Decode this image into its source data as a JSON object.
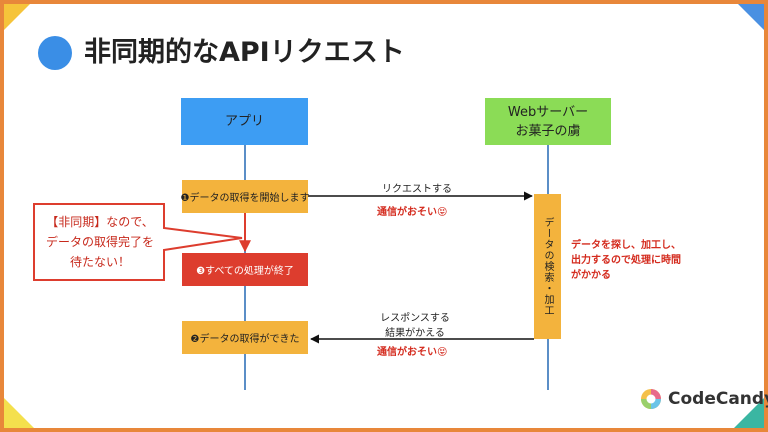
{
  "title": "非同期的なAPIリクエスト",
  "actors": {
    "app": "アプリ",
    "web_line1": "Webサーバー",
    "web_line2": "お菓子の虜"
  },
  "steps": {
    "step1": "❶データの取得を開始します",
    "step3": "❸すべての処理が終了",
    "step2": "❷データの取得ができた"
  },
  "processing": "データの検索・加工",
  "messages": {
    "request": "リクエストする",
    "request_slow": "通信がおそい😝",
    "response_line1": "レスポンスする",
    "response_line2": "結果がかえる",
    "response_slow": "通信がおそい😝"
  },
  "callout": {
    "line1": "【非同期】なので、",
    "line2": "データの取得完了を",
    "line3": "待たない！"
  },
  "note": {
    "line1": "データを探し、加工し、",
    "line2": "出力するので処理に時間",
    "line3": "がかかる"
  },
  "brand": "CodeCandy",
  "colors": {
    "border": "#e8873a",
    "app": "#3d9df3",
    "web": "#8bdc56",
    "step": "#f3b33d",
    "done": "#dd3d2e",
    "alert": "#d42b1e"
  }
}
